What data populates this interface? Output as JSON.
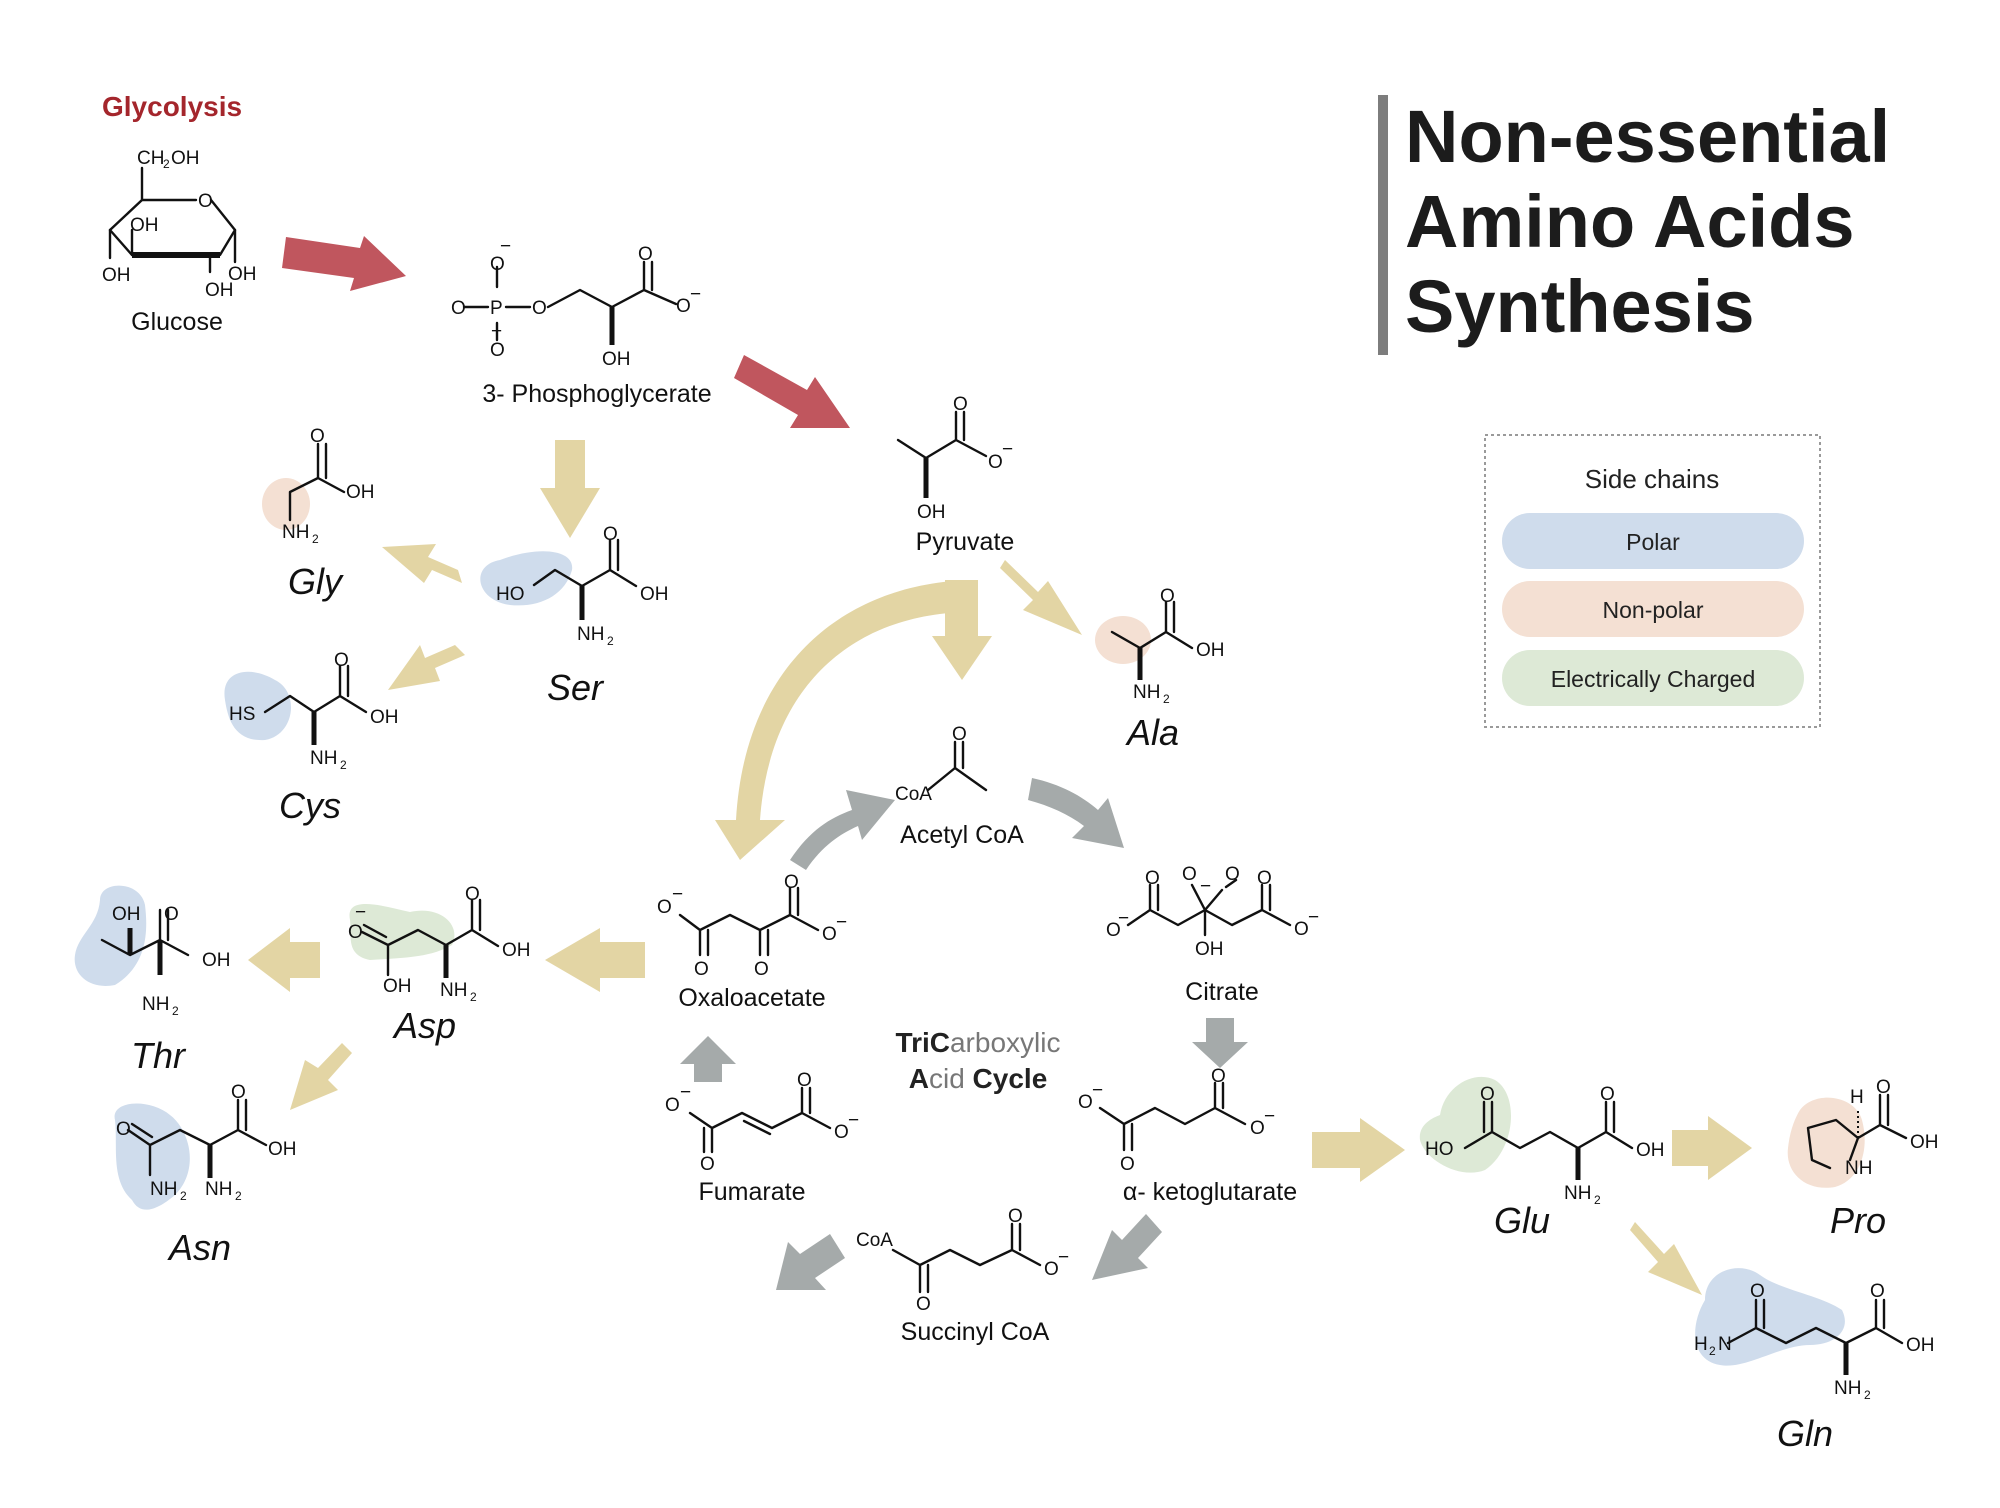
{
  "title": {
    "line1": "Non-essential",
    "line2": "Amino Acids",
    "line3": "Synthesis"
  },
  "glycolysis_label": "Glycolysis",
  "tca": {
    "t1": "Tri",
    "t2": "C",
    "t3": "arboxylic",
    "t4": "A",
    "t5": "cid ",
    "t6": "Cycle"
  },
  "legend": {
    "title": "Side chains",
    "items": [
      {
        "label": "Polar",
        "color": "#cfdcec"
      },
      {
        "label": "Non-polar",
        "color": "#f4e0d3"
      },
      {
        "label": "Electrically Charged",
        "color": "#dde9d6"
      }
    ]
  },
  "metabolites": {
    "glucose": "Glucose",
    "phosphoglycerate": "3- Phosphoglycerate",
    "pyruvate": "Pyruvate",
    "acetyl_coa": "Acetyl CoA",
    "citrate": "Citrate",
    "ketoglutarate": "α- ketoglutarate",
    "succinyl_coa": "Succinyl CoA",
    "fumarate": "Fumarate",
    "oxaloacetate": "Oxaloacetate"
  },
  "amino_acids": {
    "gly": "Gly",
    "ser": "Ser",
    "cys": "Cys",
    "ala": "Ala",
    "thr": "Thr",
    "asp": "Asp",
    "asn": "Asn",
    "glu": "Glu",
    "pro": "Pro",
    "gln": "Gln"
  },
  "atoms": {
    "oh": "OH",
    "o": "O",
    "nh": "NH",
    "nh2": "NH",
    "h2": "2",
    "sub2": "2",
    "ho": "HO",
    "hs": "HS",
    "h": "H",
    "h2n": "H",
    "n": "N",
    "p": "P",
    "coa": "CoA",
    "ch2oh": "CH",
    "minus": "−"
  },
  "colors": {
    "glycolysis_arrow": "#c0565e",
    "amino_arrow": "#e3d5a4",
    "tca_arrow": "#a5aaaa",
    "title_bar": "#7d7d7d",
    "glycolysis_text": "#a4262c"
  }
}
